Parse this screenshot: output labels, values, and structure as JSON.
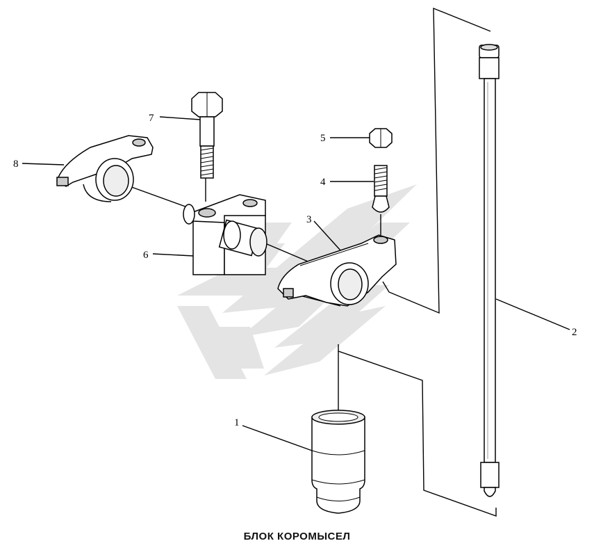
{
  "caption": "БЛОК КОРОМЫСЕЛ",
  "callouts": {
    "c1": "1",
    "c2": "2",
    "c3": "3",
    "c4": "4",
    "c5": "5",
    "c6": "6",
    "c7": "7",
    "c8": "8"
  },
  "colors": {
    "line": "#000000",
    "part_fill": "#ffffff",
    "part_shade": "#d9d9d9",
    "watermark": "#e2e2e2"
  }
}
